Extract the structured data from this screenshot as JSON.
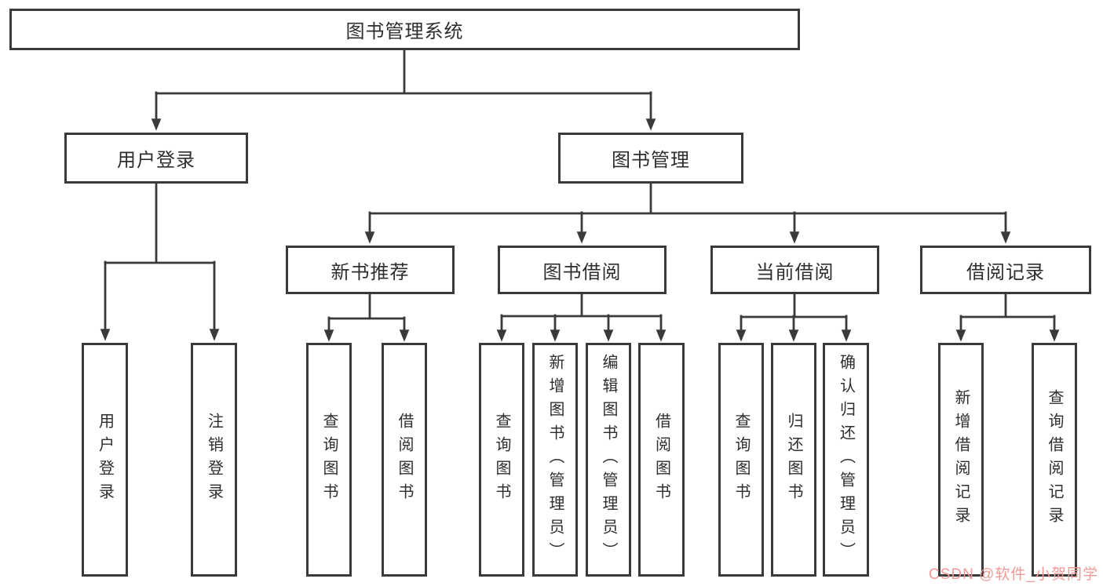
{
  "diagram": {
    "root": {
      "label": "图书管理系统"
    },
    "branches": [
      {
        "label": "用户登录",
        "children": [
          {
            "label": "用户登录"
          },
          {
            "label": "注销登录"
          }
        ]
      },
      {
        "label": "图书管理",
        "sections": [
          {
            "label": "新书推荐",
            "children": [
              {
                "label": "查询图书"
              },
              {
                "label": "借阅图书"
              }
            ]
          },
          {
            "label": "图书借阅",
            "children": [
              {
                "label": "查询图书"
              },
              {
                "label": "新增图书（管理员）"
              },
              {
                "label": "编辑图书（管理员）"
              },
              {
                "label": "借阅图书"
              }
            ]
          },
          {
            "label": "当前借阅",
            "children": [
              {
                "label": "查询图书"
              },
              {
                "label": "归还图书"
              },
              {
                "label": "确认归还（管理员）"
              }
            ]
          },
          {
            "label": "借阅记录",
            "children": [
              {
                "label": "新增借阅记录"
              },
              {
                "label": "查询借阅记录"
              }
            ]
          }
        ]
      }
    ],
    "colors": {
      "line": "#3a3a3a",
      "box_border": "#3a3a3a",
      "text": "#2e2e2e",
      "background": "#ffffff",
      "watermark": "#f29a97"
    },
    "watermark": {
      "text": "CSDN @软件_小贺同学"
    }
  }
}
